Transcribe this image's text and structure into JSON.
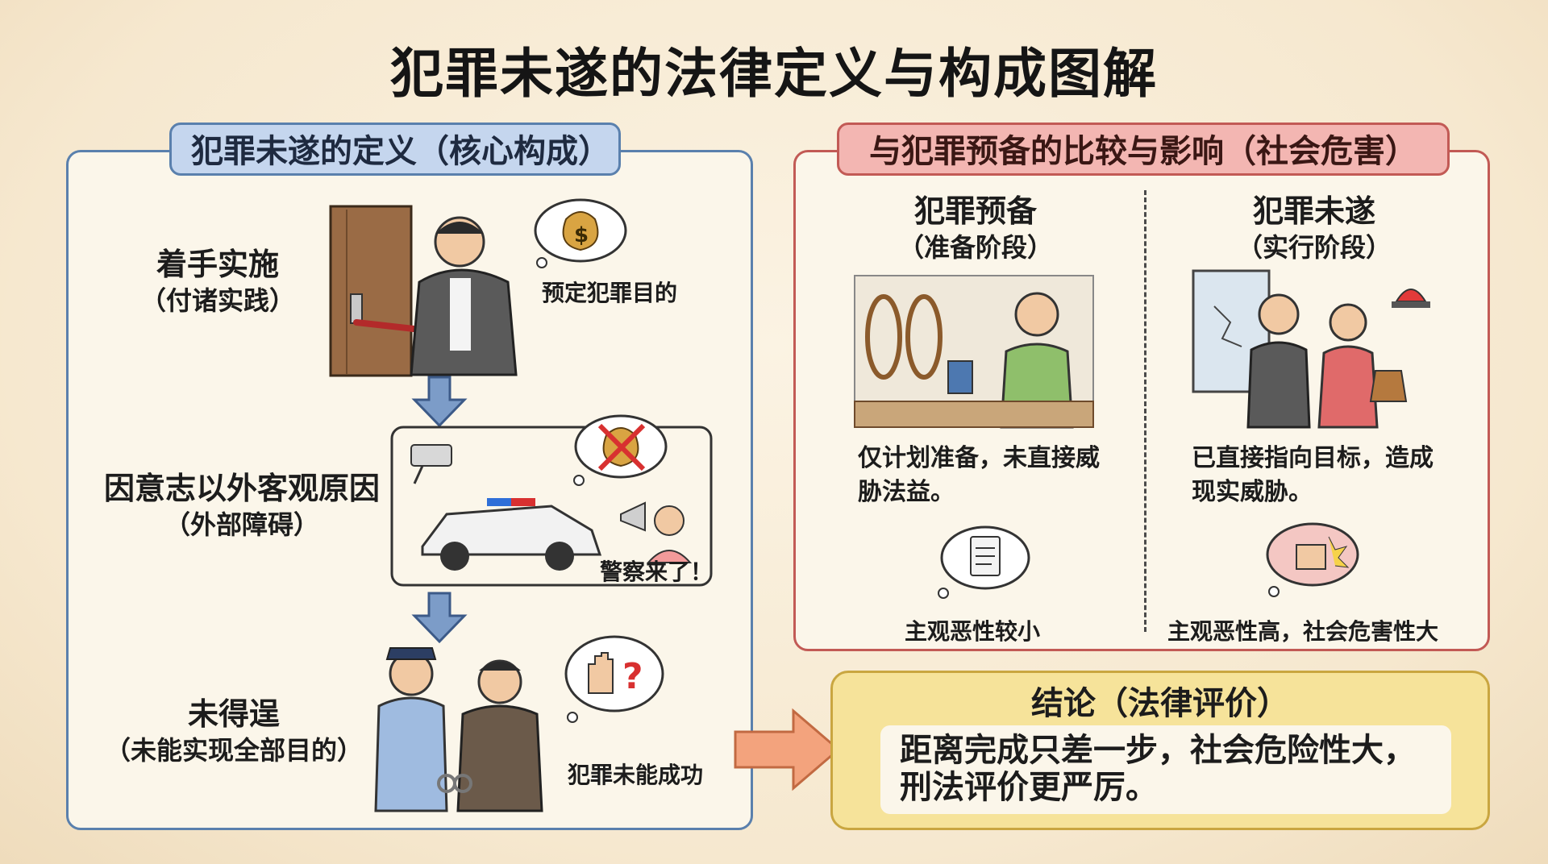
{
  "title": "犯罪未遂的法律定义与构成图解",
  "left": {
    "tag": "犯罪未遂的定义（核心构成）",
    "steps": [
      {
        "main": "着手实施",
        "sub": "（付诸实践）",
        "bubble": "预定犯罪目的"
      },
      {
        "main": "因意志以外客观原因",
        "sub": "（外部障碍）",
        "bubble": "警察来了！"
      },
      {
        "main": "未得逞",
        "sub": "（未能实现全部目的）",
        "bubble": "犯罪未能成功"
      }
    ]
  },
  "right": {
    "tag": "与犯罪预备的比较与影响（社会危害）",
    "prep": {
      "title": "犯罪预备",
      "sub": "（准备阶段）",
      "desc": "仅计划准备，未直接威胁法益。",
      "effect": "主观恶性较小"
    },
    "attempt": {
      "title": "犯罪未遂",
      "sub": "（实行阶段）",
      "desc": "已直接指向目标，造成现实威胁。",
      "effect": "主观恶性高，社会危害性大"
    }
  },
  "conclusion": {
    "title": "结论（法律评价）",
    "text": "距离完成只差一步，社会危险性大，刑法评价更严厉。"
  },
  "colors": {
    "left_border": "#5a80ad",
    "left_tag": "#c5d6ee",
    "right_border": "#c25a55",
    "right_tag": "#f3b6b2",
    "concl_bg": "#f6e39a",
    "arrow": "#7c9cc8",
    "big_arrow": "#f3a37d"
  },
  "icons": [
    "money-bag-icon",
    "crossed-money-bag-icon",
    "hand-question-icon",
    "police-car-icon",
    "security-camera-icon",
    "megaphone-icon",
    "clipboard-icon",
    "fist-icon",
    "alarm-light-icon",
    "down-arrow-icon",
    "right-arrow-icon"
  ]
}
